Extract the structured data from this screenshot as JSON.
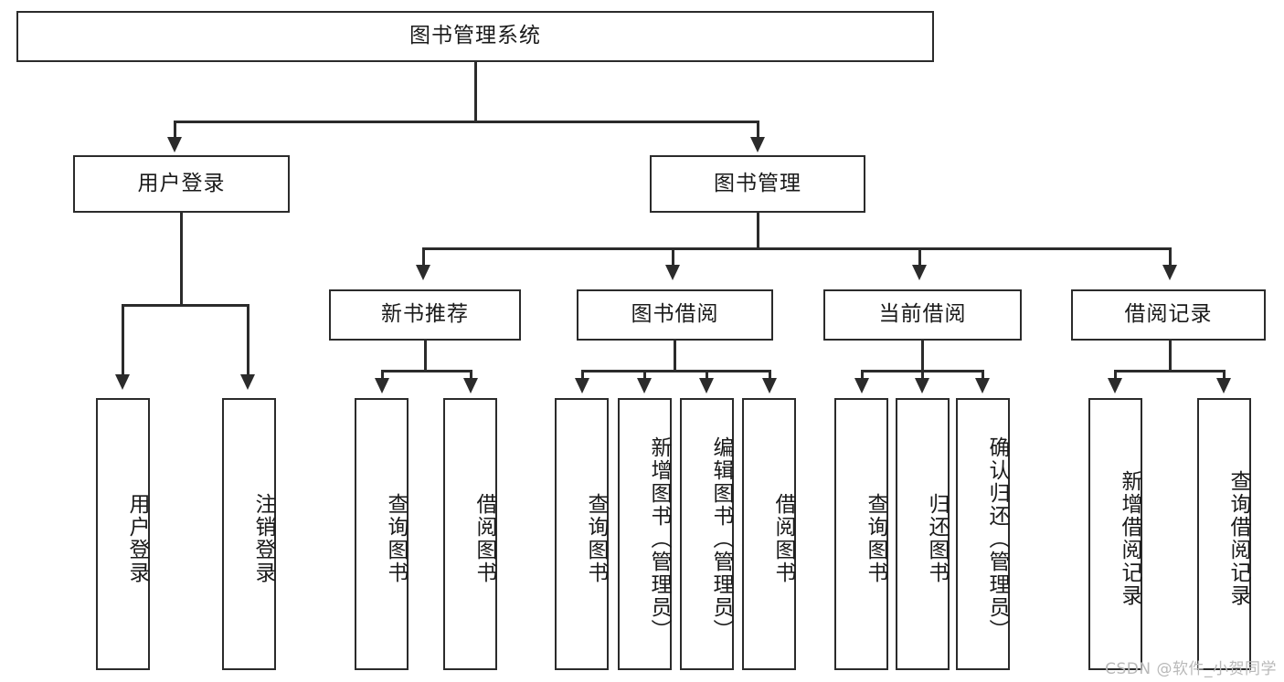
{
  "diagram": {
    "title": "图书管理系统",
    "type": "hierarchy-tree",
    "watermark": "CSDN @软件_小贺同学",
    "nodes": {
      "root": {
        "label": "图书管理系统",
        "level": 1
      },
      "user_login": {
        "label": "用户登录",
        "level": 2
      },
      "book_manage": {
        "label": "图书管理",
        "level": 2
      },
      "new_book_rec": {
        "label": "新书推荐",
        "level": 3
      },
      "book_borrow": {
        "label": "图书借阅",
        "level": 3
      },
      "current_borrow": {
        "label": "当前借阅",
        "level": 3
      },
      "borrow_record": {
        "label": "借阅记录",
        "level": 3
      },
      "leaf_user_login": {
        "label": "用户登录",
        "level": 4
      },
      "leaf_logout": {
        "label": "注销登录",
        "level": 4
      },
      "leaf_query_book_rec": {
        "label": "查询图书",
        "level": 4
      },
      "leaf_borrow_book_rec": {
        "label": "借阅图书",
        "level": 4
      },
      "leaf_query_book_b": {
        "label": "查询图书",
        "level": 4
      },
      "leaf_add_book": {
        "label": "新增图书（管理员）",
        "level": 4
      },
      "leaf_edit_book": {
        "label": "编辑图书（管理员）",
        "level": 4
      },
      "leaf_borrow_book_b": {
        "label": "借阅图书",
        "level": 4
      },
      "leaf_query_book_c": {
        "label": "查询图书",
        "level": 4
      },
      "leaf_return_book": {
        "label": "归还图书",
        "level": 4
      },
      "leaf_confirm_return": {
        "label": "确认归还（管理员）",
        "level": 4
      },
      "leaf_add_record": {
        "label": "新增借阅记录",
        "level": 4
      },
      "leaf_query_record": {
        "label": "查询借阅记录",
        "level": 4
      }
    }
  }
}
